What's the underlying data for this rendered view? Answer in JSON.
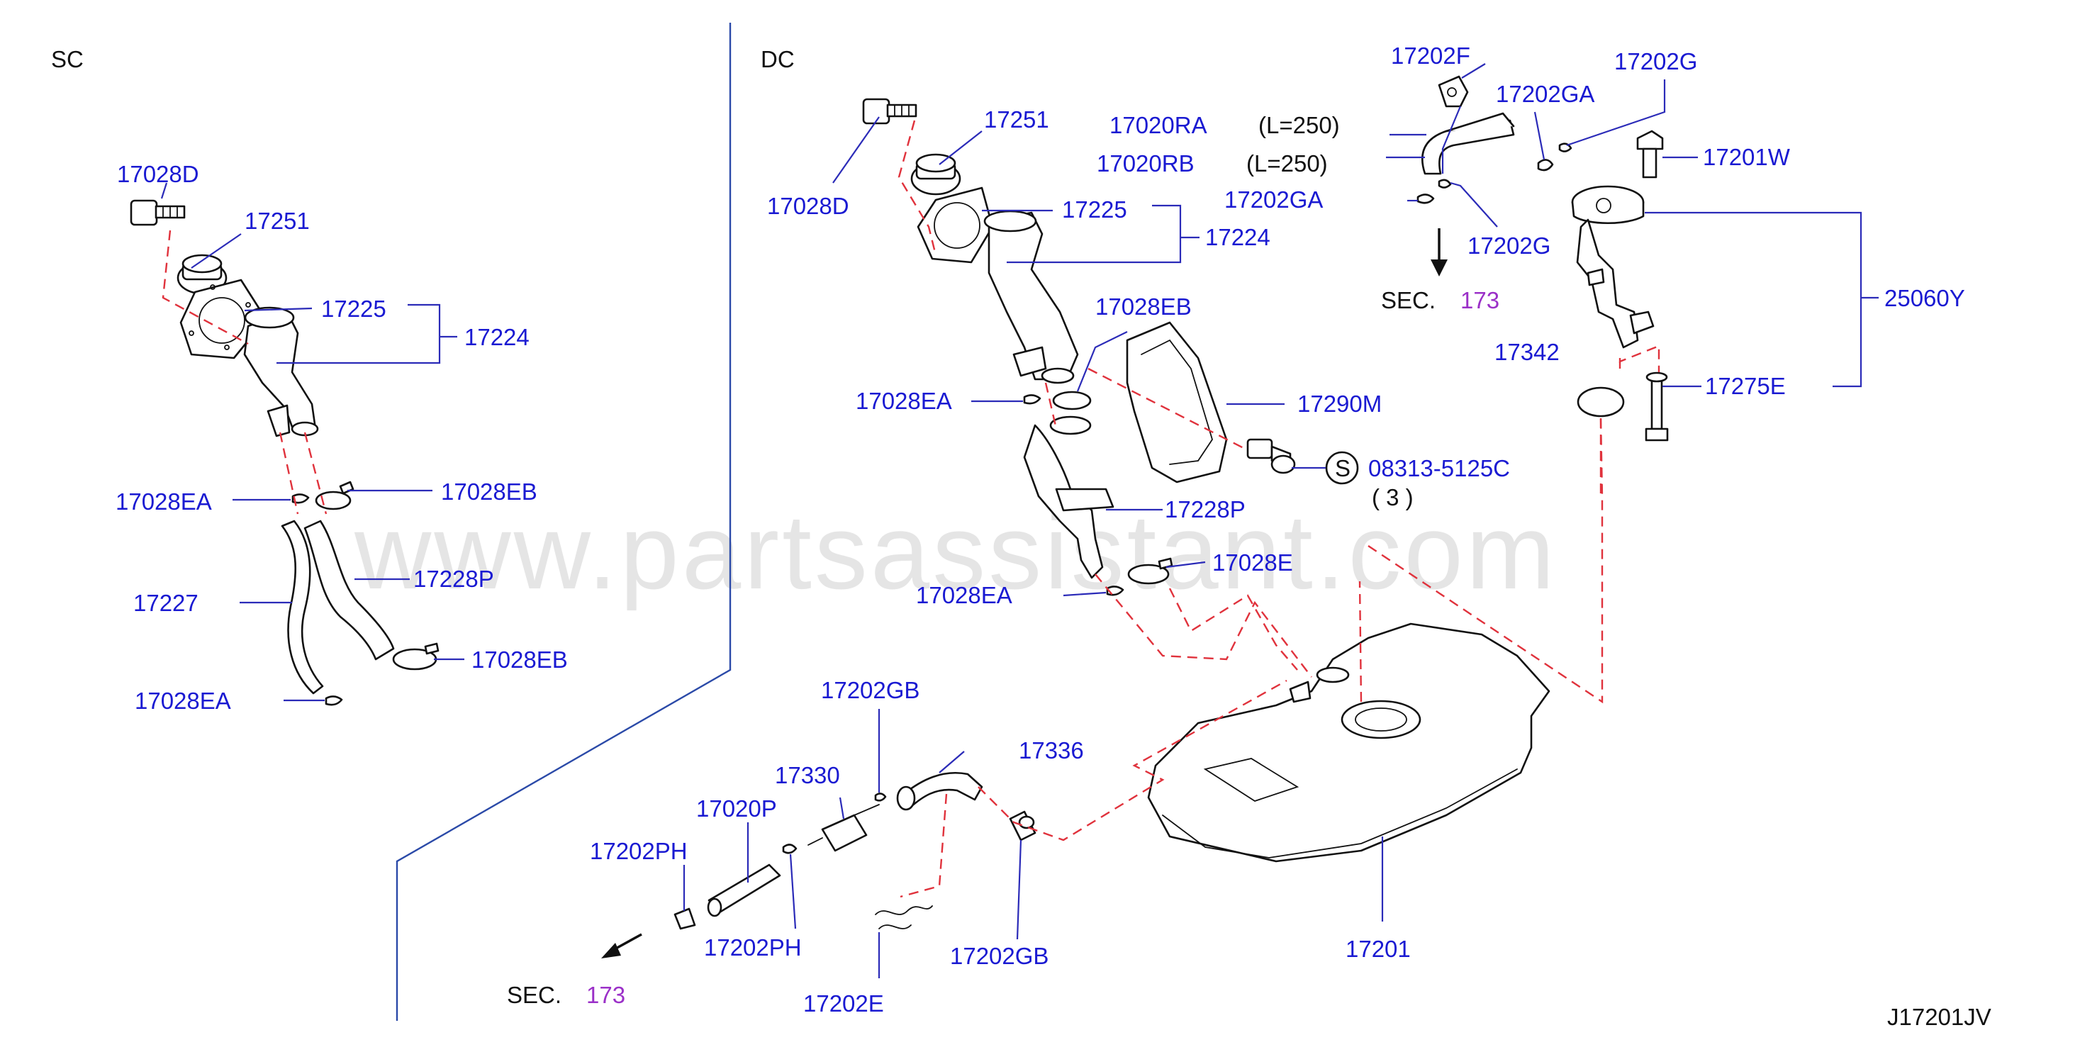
{
  "sections": {
    "sc": "SC",
    "dc": "DC"
  },
  "watermark": "www.partsassistant.com",
  "diagram_id": "J17201JV",
  "labels": {
    "sc_17028d": "17028D",
    "sc_17251": "17251",
    "sc_17225": "17225",
    "sc_17224": "17224",
    "sc_17028ea_1": "17028EA",
    "sc_17028eb_1": "17028EB",
    "sc_17227": "17227",
    "sc_17228p": "17228P",
    "sc_17028eb_2": "17028EB",
    "sc_17028ea_2": "17028EA",
    "dc_17251": "17251",
    "dc_17028d": "17028D",
    "dc_17225": "17225",
    "dc_17224": "17224",
    "dc_17020ra": "17020RA",
    "dc_17020ra_len": "(L=250)",
    "dc_17020rb": "17020RB",
    "dc_17020rb_len": "(L=250)",
    "dc_17202f": "17202F",
    "dc_17202ga_1": "17202GA",
    "dc_17202g_1": "17202G",
    "dc_17201w": "17201W",
    "dc_17202ga_2": "17202GA",
    "dc_17202g_2": "17202G",
    "dc_sec_top": "SEC.",
    "dc_sec_top_num": "173",
    "dc_25060y": "25060Y",
    "dc_17342": "17342",
    "dc_17275e": "17275E",
    "dc_17028eb": "17028EB",
    "dc_17290m": "17290M",
    "dc_17028ea_1": "17028EA",
    "dc_s_symbol": "S",
    "dc_08313": "08313-5125C",
    "dc_08313_qty": "( 3 )",
    "dc_17228p": "17228P",
    "dc_17028e": "17028E",
    "dc_17028ea_2": "17028EA",
    "dc_17202gb_1": "17202GB",
    "dc_17336": "17336",
    "dc_17330": "17330",
    "dc_17020p": "17020P",
    "dc_17202ph_1": "17202PH",
    "dc_17202ph_2": "17202PH",
    "dc_sec_bottom": "SEC.",
    "dc_sec_bottom_num": "173",
    "dc_17202e": "17202E",
    "dc_17202gb_2": "17202GB",
    "dc_17201": "17201"
  }
}
